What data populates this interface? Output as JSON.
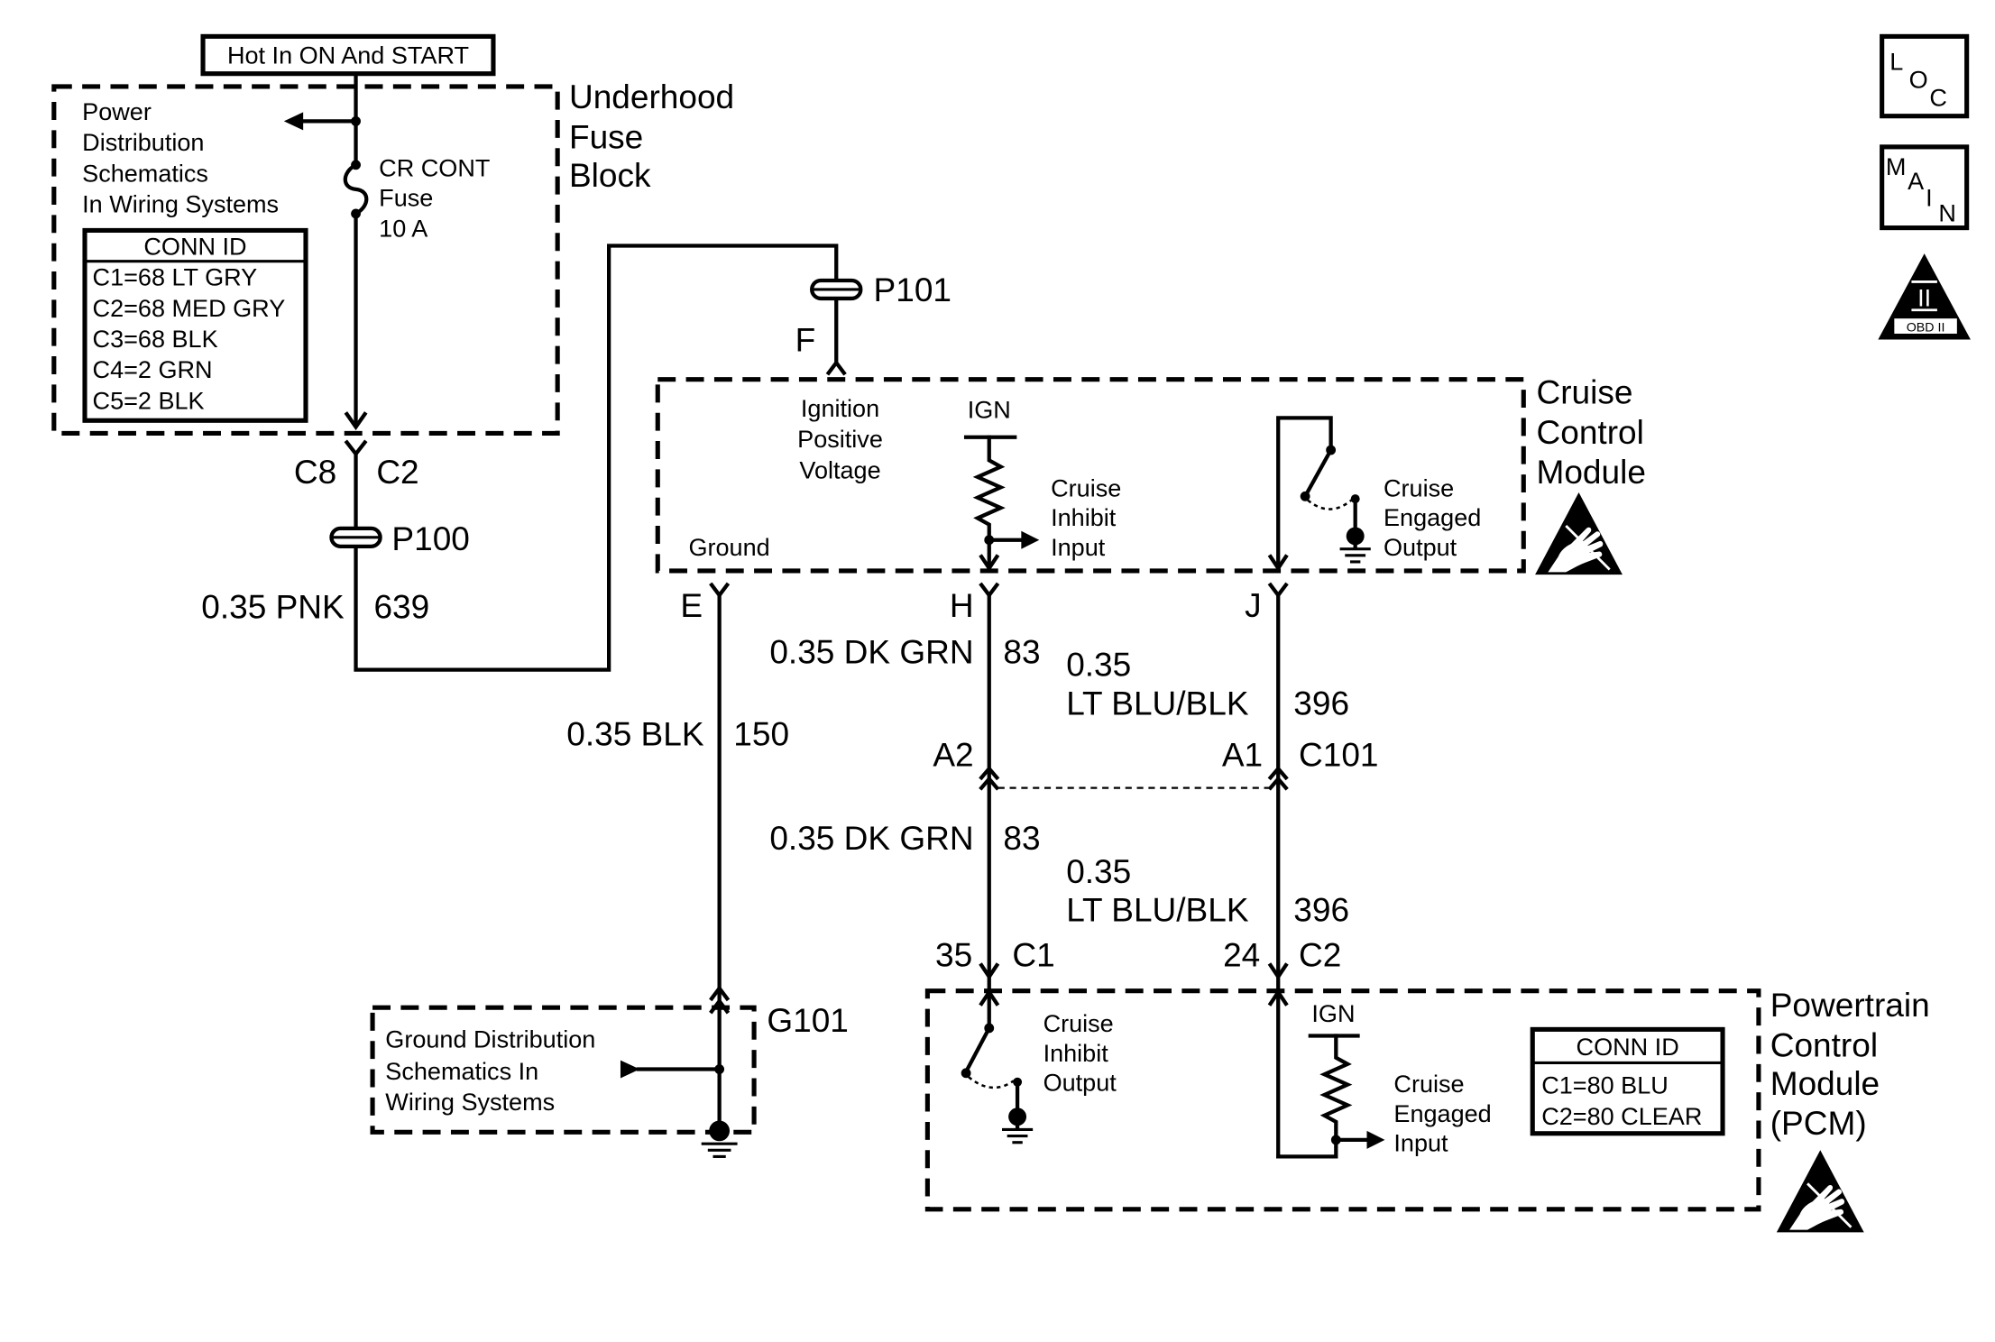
{
  "colors": {
    "line": "#000000",
    "background": "#ffffff"
  },
  "power_source": {
    "label": "Hot In ON And START"
  },
  "underhood_fuse_block": {
    "title": [
      "Underhood",
      "Fuse",
      "Block"
    ],
    "power_distribution_ref": [
      "Power",
      "Distribution",
      "Schematics",
      "In Wiring Systems"
    ],
    "fuse_label": [
      "CR CONT",
      "Fuse",
      "10 A"
    ],
    "conn_id": {
      "header": "CONN ID",
      "rows": [
        "C1=68 LT GRY",
        "C2=68 MED GRY",
        "C3=68 BLK",
        "C4=2 GRN",
        "C5=2 BLK"
      ]
    }
  },
  "connector_fuse_block": {
    "left_label": "C8",
    "right_label": "C2"
  },
  "splices": {
    "p100": "P100",
    "p101": "P101"
  },
  "wires": {
    "ign_feed": {
      "gauge_color": "0.35 PNK",
      "circuit": "639"
    },
    "ground": {
      "gauge_color": "0.35 BLK",
      "circuit": "150"
    },
    "inhibit_upper": {
      "gauge_color": "0.35 DK GRN",
      "circuit": "83"
    },
    "inhibit_lower": {
      "gauge_color": "0.35 DK GRN",
      "circuit": "83"
    },
    "engaged_upper": {
      "gauge": "0.35",
      "color": "LT BLU/BLK",
      "circuit": "396"
    },
    "engaged_lower": {
      "gauge": "0.35",
      "color": "LT BLU/BLK",
      "circuit": "396"
    }
  },
  "cruise_control_module": {
    "title": [
      "Cruise",
      "Control",
      "Module"
    ],
    "pins": {
      "ignition": "F",
      "ground": "E",
      "inhibit": "H",
      "engaged": "J"
    },
    "ignition_label": [
      "Ignition",
      "Positive",
      "Voltage"
    ],
    "ground_label": "Ground",
    "ign_label": "IGN",
    "inhibit_input": [
      "Cruise",
      "Inhibit",
      "Input"
    ],
    "engaged_output": [
      "Cruise",
      "Engaged",
      "Output"
    ]
  },
  "inline_connector_c101": {
    "name": "C101",
    "pin_inhibit": "A2",
    "pin_engaged": "A1"
  },
  "pcm": {
    "title": [
      "Powertrain",
      "Control",
      "Module",
      "(PCM)"
    ],
    "connector_inhibit": {
      "pin": "35",
      "connector": "C1"
    },
    "connector_engaged": {
      "pin": "24",
      "connector": "C2"
    },
    "inhibit_output": [
      "Cruise",
      "Inhibit",
      "Output"
    ],
    "ign_label": "IGN",
    "engaged_input": [
      "Cruise",
      "Engaged",
      "Input"
    ],
    "conn_id": {
      "header": "CONN ID",
      "rows": [
        "C1=80 BLU",
        "C2=80 CLEAR"
      ]
    }
  },
  "ground_g101": {
    "label": "G101",
    "ground_distribution_ref": [
      "Ground Distribution",
      "Schematics In",
      "Wiring Systems"
    ]
  },
  "icons": {
    "loc": {
      "icon": "location-icon",
      "letters": [
        "L",
        "O",
        "C"
      ]
    },
    "main": {
      "icon": "main-icon",
      "letters": [
        "M",
        "A",
        "I",
        "N"
      ]
    },
    "obd": {
      "icon": "obd-ii-icon",
      "numeral": "II",
      "badge": "OBD II"
    },
    "esd": "esd-sensitive-icon"
  }
}
